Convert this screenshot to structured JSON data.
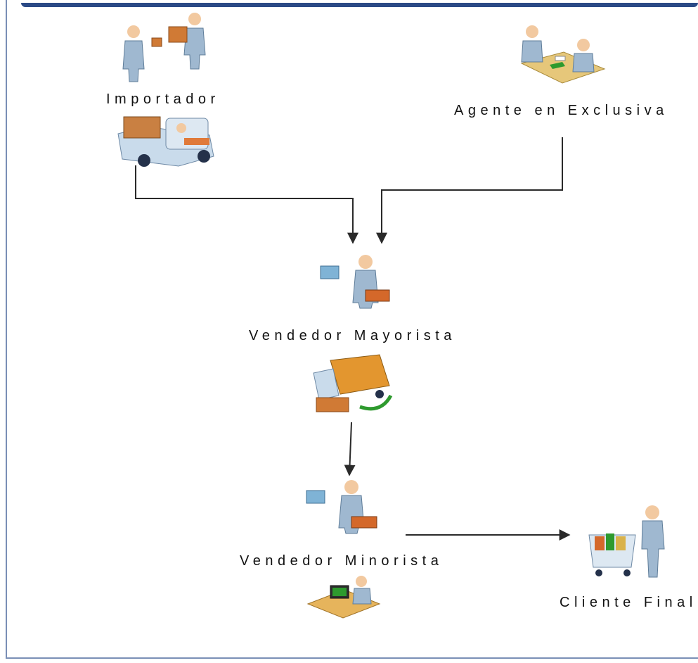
{
  "nodes": {
    "importador": "Importador",
    "agente": "Agente en Exclusiva",
    "mayorista": "Vendedor Mayorista",
    "minorista": "Vendedor Minorista",
    "cliente": "Cliente Final"
  },
  "colors": {
    "frame": "#2b4a86",
    "connector": "#2a2a2a",
    "person": "#9fb8d0",
    "box": "#d07a35",
    "accent_green": "#2e9a2e"
  },
  "icons": {
    "importador": [
      "people-exchanging-box-icon",
      "forklift-icon"
    ],
    "agente": "meeting-at-desk-icon",
    "mayorista": [
      "salesperson-icon",
      "delivery-truck-icon"
    ],
    "minorista": [
      "salesperson-icon",
      "computer-desk-icon"
    ],
    "cliente": "shopping-cart-icon"
  }
}
